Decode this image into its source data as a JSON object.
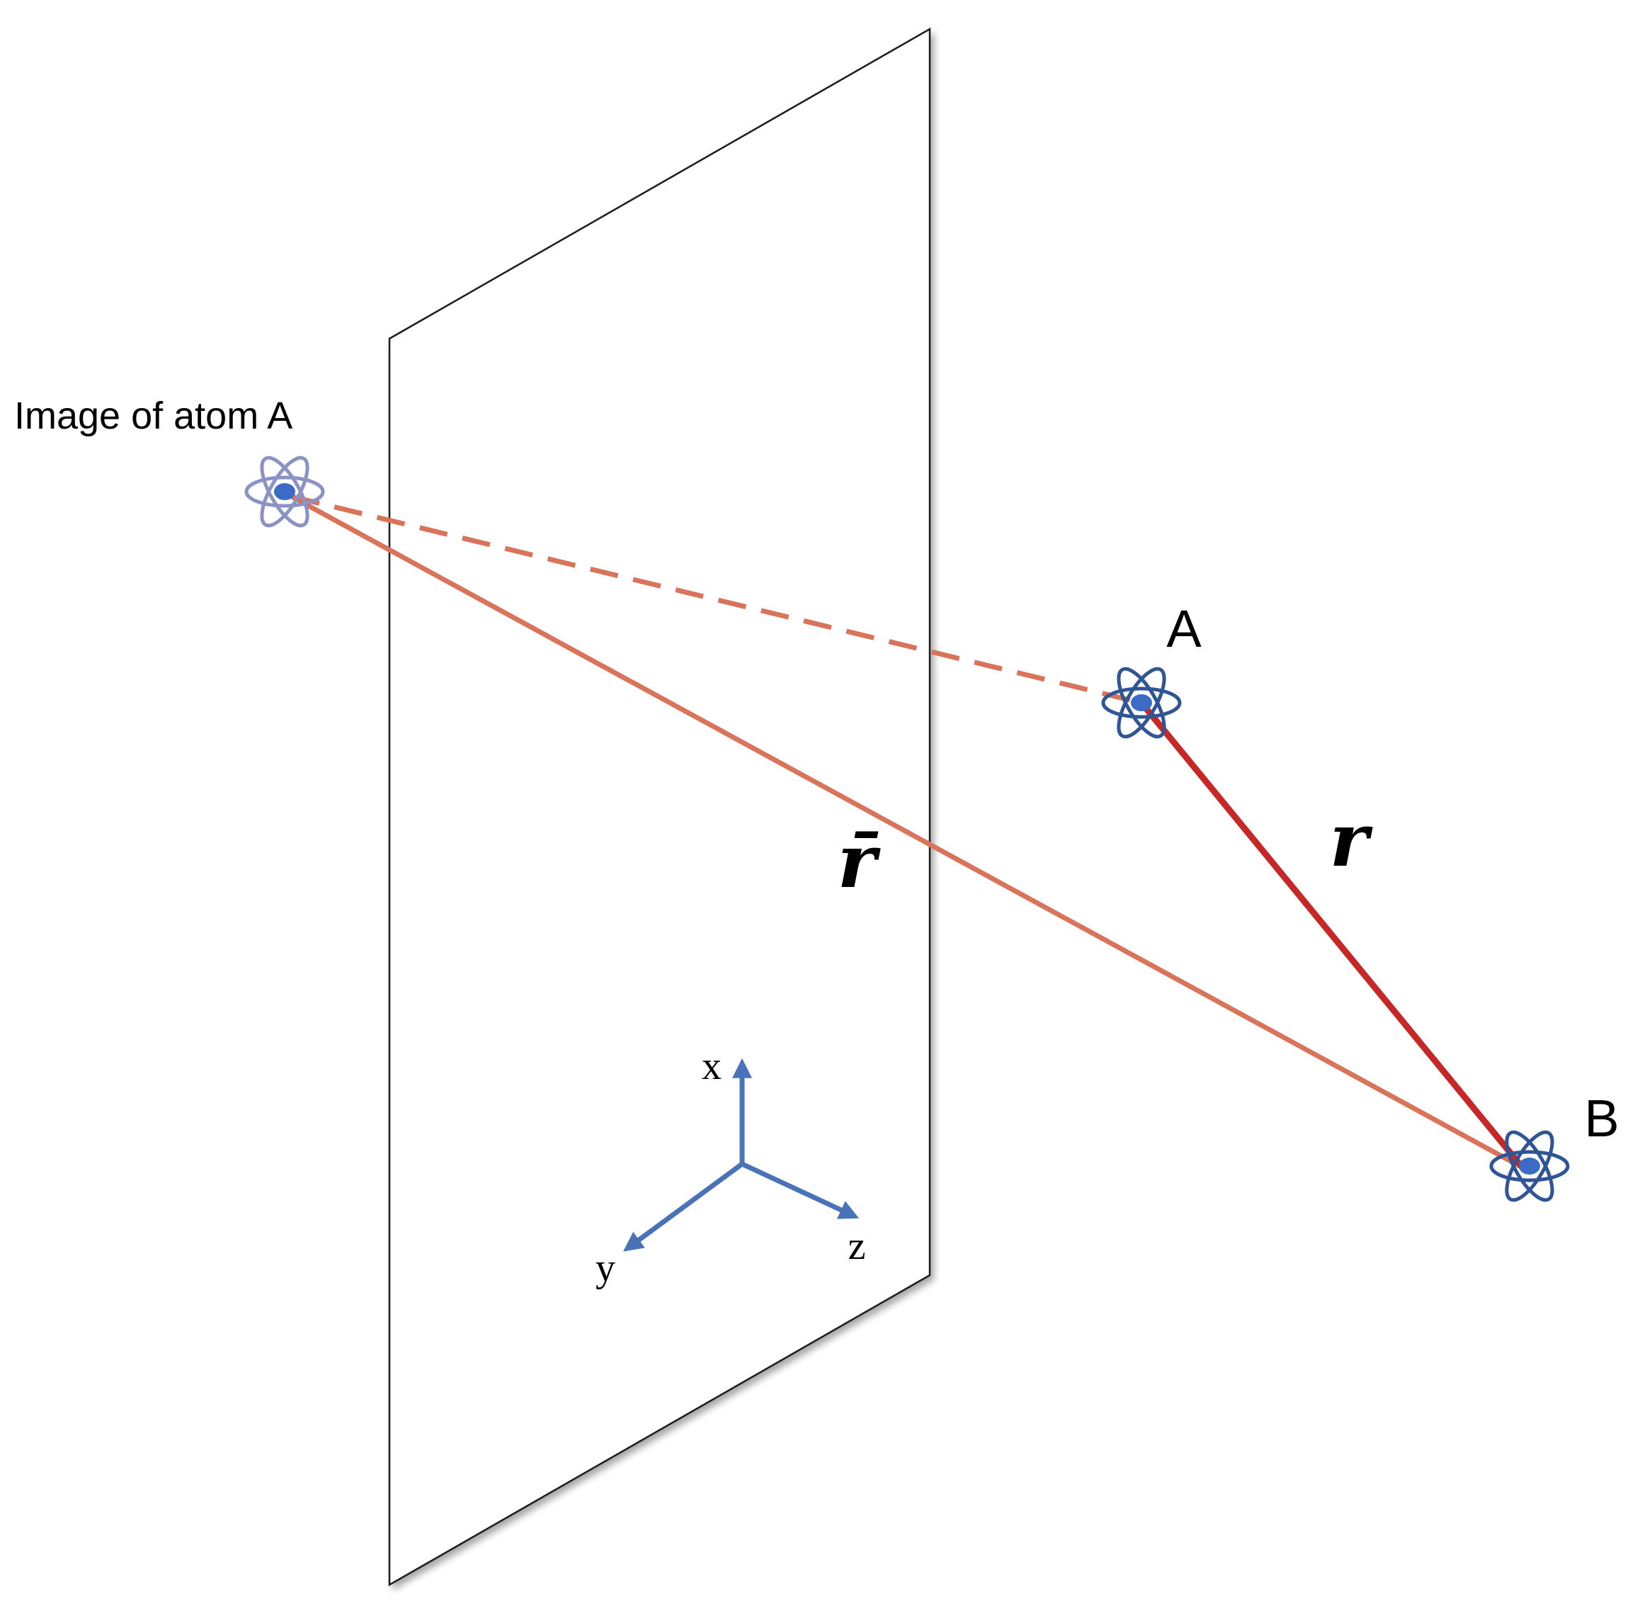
{
  "labels": {
    "image_caption": "Image of atom A",
    "atom_a": "A",
    "atom_b": "B",
    "vector_r": "r",
    "vector_r_bar": "r̄"
  },
  "axes": {
    "x": "x",
    "y": "y",
    "z": "z"
  },
  "colors": {
    "plane_stroke": "#1a1a1a",
    "mirror_line": "#d9735a",
    "direct_line": "#c62828",
    "atom_stroke": "#2f5596",
    "image_atom_stroke": "#8a93c4",
    "atom_nucleus": "#3b6bc4",
    "axis_color": "#4a72b8"
  },
  "icons": {
    "atom": "atom-icon"
  }
}
